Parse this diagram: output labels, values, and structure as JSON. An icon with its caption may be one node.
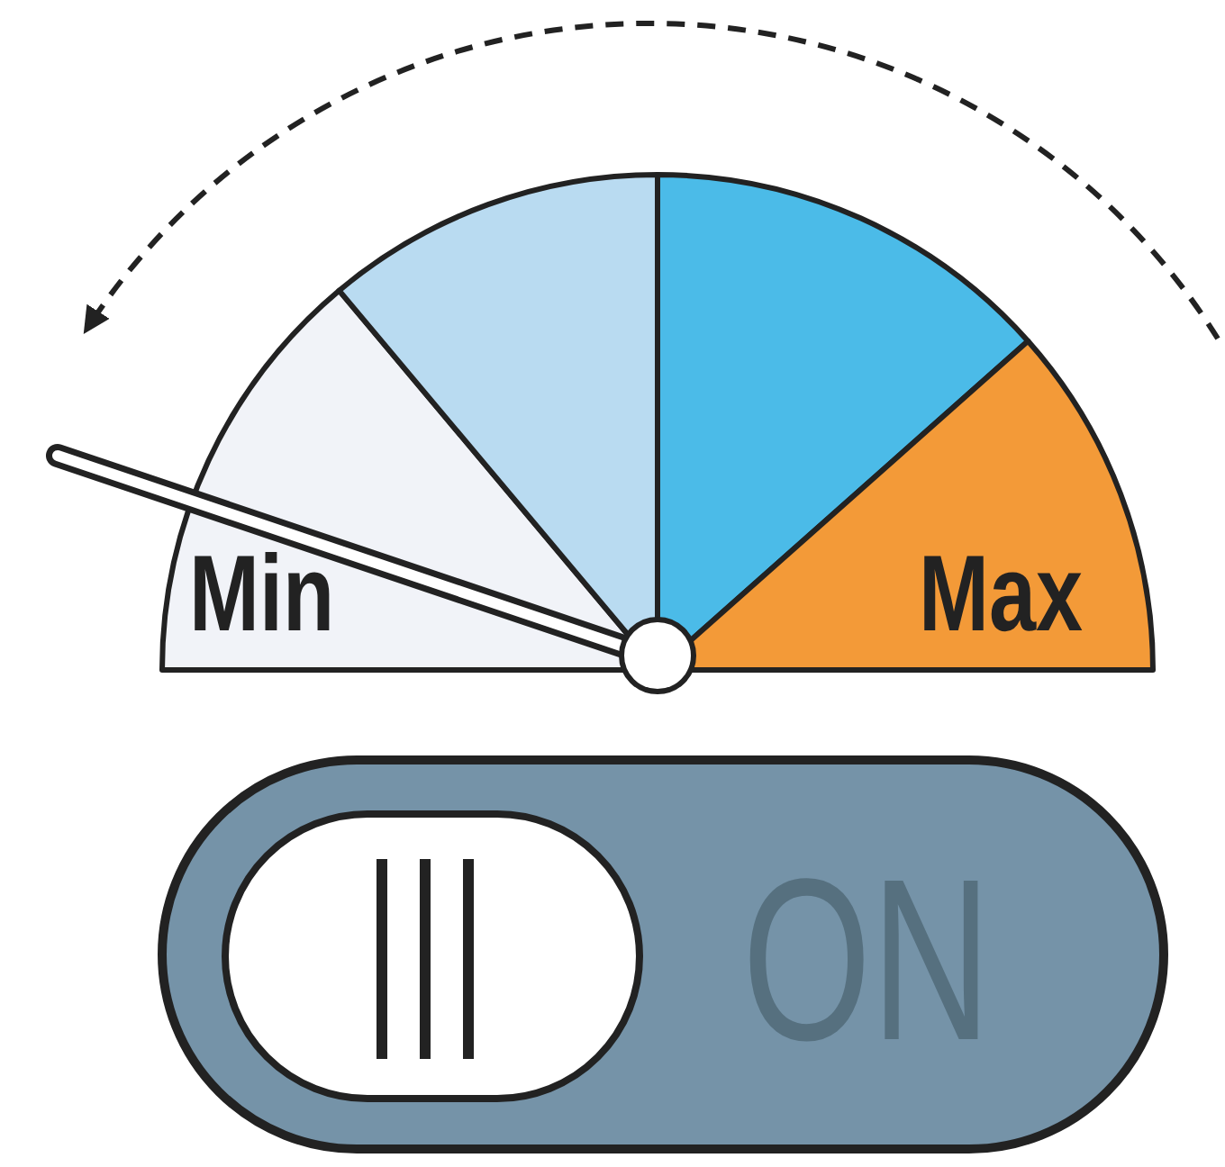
{
  "diagram": {
    "labels": [
      "Min",
      "Max",
      "ON"
    ]
  }
}
